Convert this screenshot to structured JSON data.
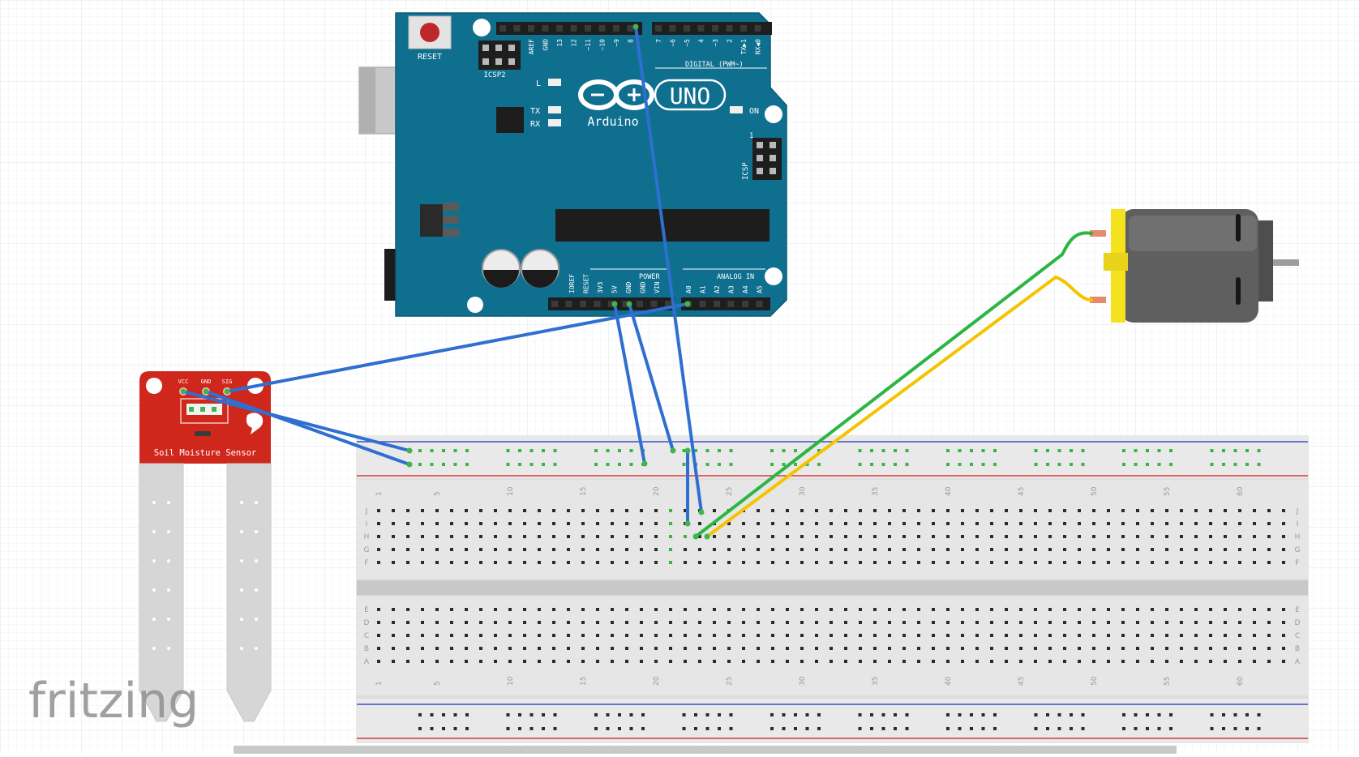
{
  "watermark": "fritzing",
  "arduino": {
    "reset_label": "RESET",
    "icsp2_label": "ICSP2",
    "icsp_label": "ICSP",
    "icsp_pin1": "1",
    "l_label": "L",
    "tx_label": "TX",
    "rx_label": "RX",
    "on_label": "ON",
    "brand": "Arduino",
    "model": "UNO",
    "digital_header": "DIGITAL (PWM~)",
    "power_header": "POWER",
    "analog_header": "ANALOG IN",
    "top_pins_left": [
      "AREF",
      "GND",
      "13",
      "12",
      "~11",
      "~10",
      "~9",
      "8"
    ],
    "top_pins_right": [
      "7",
      "~6",
      "~5",
      "4",
      "~3",
      "2",
      "TX▶1",
      "RX◀0"
    ],
    "power_pins": [
      "IOREF",
      "RESET",
      "3V3",
      "5V",
      "GND",
      "GND",
      "VIN"
    ],
    "analog_pins": [
      "A0",
      "A1",
      "A2",
      "A3",
      "A4",
      "A5"
    ]
  },
  "sensor": {
    "label": "Soil Moisture Sensor",
    "pins": [
      "VCC",
      "GND",
      "SIG"
    ]
  },
  "breadboard": {
    "col_numbers": [
      "1",
      "5",
      "10",
      "15",
      "20",
      "25",
      "30",
      "35",
      "40",
      "45",
      "50",
      "55",
      "60"
    ],
    "rows_top": [
      "J",
      "I",
      "H",
      "G",
      "F"
    ],
    "rows_bottom": [
      "E",
      "D",
      "C",
      "B",
      "A"
    ]
  },
  "colors": {
    "wire_blue": "#2f6fd0",
    "wire_green": "#2db543",
    "wire_yellow": "#f5c400",
    "arduino_board": "#0f6f8f",
    "sensor_board": "#d0271d",
    "motor_body": "#5f5f5f",
    "motor_cap": "#f4e21c"
  }
}
